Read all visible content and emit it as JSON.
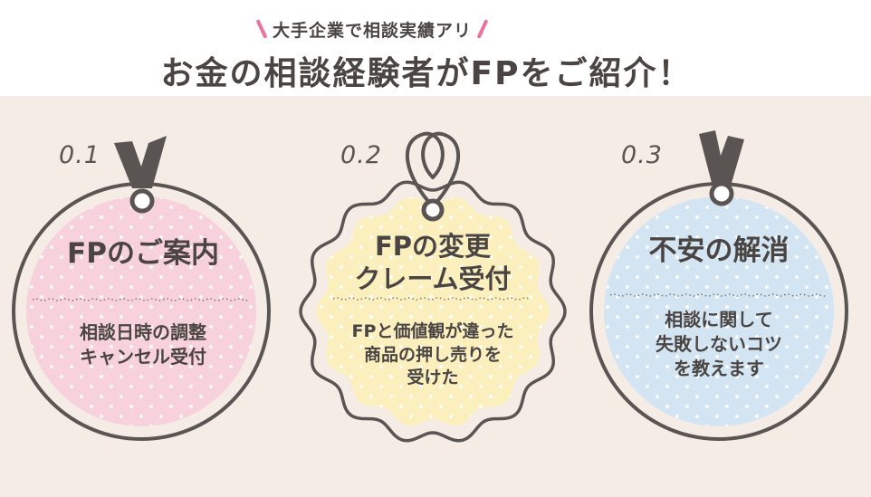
{
  "header": {
    "tagline": "大手企業で相談実績アリ",
    "headline": "お金の相談経験者がFPをご紹介！"
  },
  "cards": [
    {
      "number": "0.1",
      "title_lines": [
        "FPのご案内"
      ],
      "desc_lines": [
        "相談日時の調整",
        "キャンセル受付"
      ],
      "fill_color": "#f7d2dc",
      "ribbon": "tag-ribbon"
    },
    {
      "number": "0.2",
      "title_lines": [
        "FPの変更",
        "クレーム受付"
      ],
      "desc_lines": [
        "FPと価値観が違った",
        "商品の押し売りを",
        "受けた"
      ],
      "fill_color": "#fbefbe",
      "ribbon": "string-loop"
    },
    {
      "number": "0.3",
      "title_lines": [
        "不安の解消"
      ],
      "desc_lines": [
        "相談に関して",
        "失敗しないコツ",
        "を教えます"
      ],
      "fill_color": "#d3e5f3",
      "ribbon": "tag-ribbon"
    }
  ],
  "colors": {
    "panel_bg": "#f5ece6",
    "accent_slash": "#e8739b",
    "outline": "#5a5552"
  }
}
